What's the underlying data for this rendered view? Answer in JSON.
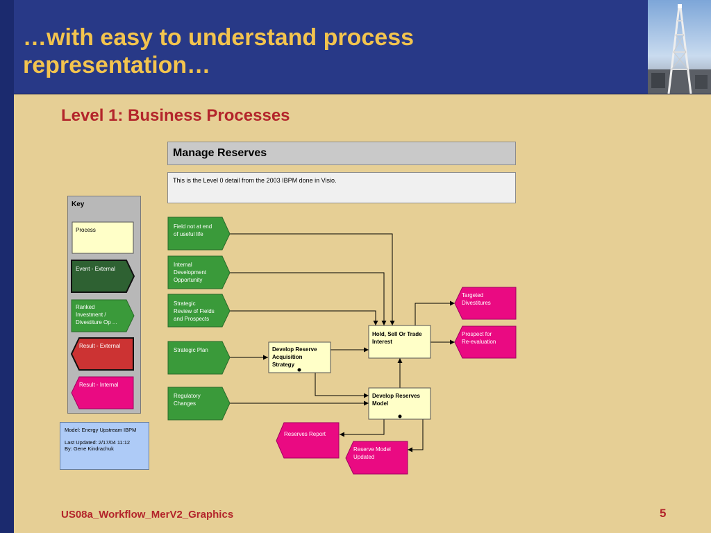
{
  "slide": {
    "title": "…with easy to understand process\nrepresentation…",
    "subtitle": "Level 1: Business Processes",
    "footer": "US08a_Workflow_MerV2_Graphics",
    "page_number": "5"
  },
  "diagram": {
    "header_title": "Manage Reserves",
    "description": "This is the Level 0 detail from the 2003 IBPM done in Visio.",
    "key": {
      "title": "Key",
      "items": [
        "Process",
        "Event - External",
        "Ranked Investment / Divestiture Op ...",
        "Result - External",
        "Result - Internal"
      ]
    },
    "model_info": {
      "model": "Model: Energy Upstream IBPM",
      "updated": "Last Updated: 2/17/04 11:12",
      "by": "By: Gene Kindrachuk"
    },
    "events": [
      {
        "label": [
          "Field not at end",
          "of useful life"
        ]
      },
      {
        "label": [
          "Internal",
          "Development",
          "Opportunity"
        ]
      },
      {
        "label": [
          "Strategic",
          "Review of Fields",
          "and Prospects"
        ]
      },
      {
        "label": [
          "Strategic Plan"
        ]
      },
      {
        "label": [
          "Regulatory",
          "Changes"
        ]
      }
    ],
    "processes": [
      {
        "label": [
          "Develop Reserve",
          "Acquisition",
          "Strategy"
        ]
      },
      {
        "label": [
          "Hold, Sell Or Trade",
          "Interest"
        ]
      },
      {
        "label": [
          "Develop Reserves",
          "Model"
        ]
      }
    ],
    "results": [
      {
        "label": [
          "Targeted",
          "Divestitures"
        ]
      },
      {
        "label": [
          "Prospect for",
          "Re-evaluation"
        ]
      },
      {
        "label": [
          "Reserves Report"
        ]
      },
      {
        "label": [
          "Reserve Model",
          "Updated"
        ]
      }
    ]
  },
  "colors": {
    "background": "#e6cf95",
    "header": "#283987",
    "title": "#f3c44e",
    "accent_red": "#b3252b",
    "event_green": "#3a9a3a",
    "event_dark": "#2e6132",
    "process_yellow": "#ffffc8",
    "result_magenta": "#ea0a82",
    "result_red": "#cc3333",
    "key_panel": "#b8b8b8",
    "info_blue": "#aecbf7"
  }
}
